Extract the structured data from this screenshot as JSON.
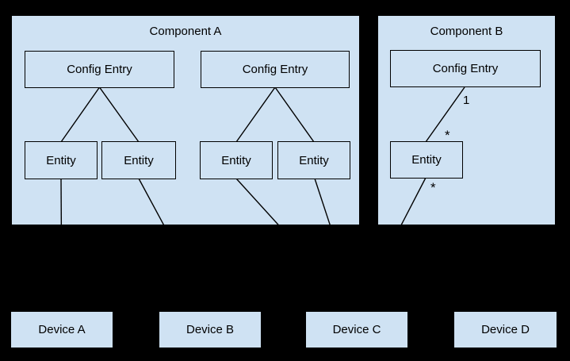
{
  "diagram": {
    "components": [
      {
        "title": "Component A",
        "config_entries": [
          "Config Entry",
          "Config Entry"
        ],
        "entities": [
          "Entity",
          "Entity",
          "Entity",
          "Entity"
        ]
      },
      {
        "title": "Component B",
        "config_entries": [
          "Config Entry"
        ],
        "entities": [
          "Entity"
        ],
        "multiplicity": {
          "config_side": "1",
          "entity_side": "*",
          "device_side": "*"
        }
      }
    ],
    "devices": [
      "Device A",
      "Device B",
      "Device C",
      "Device D"
    ],
    "colors": {
      "background": "#000000",
      "box_fill": "#cfe2f3",
      "stroke": "#000000",
      "text": "#000000"
    }
  }
}
